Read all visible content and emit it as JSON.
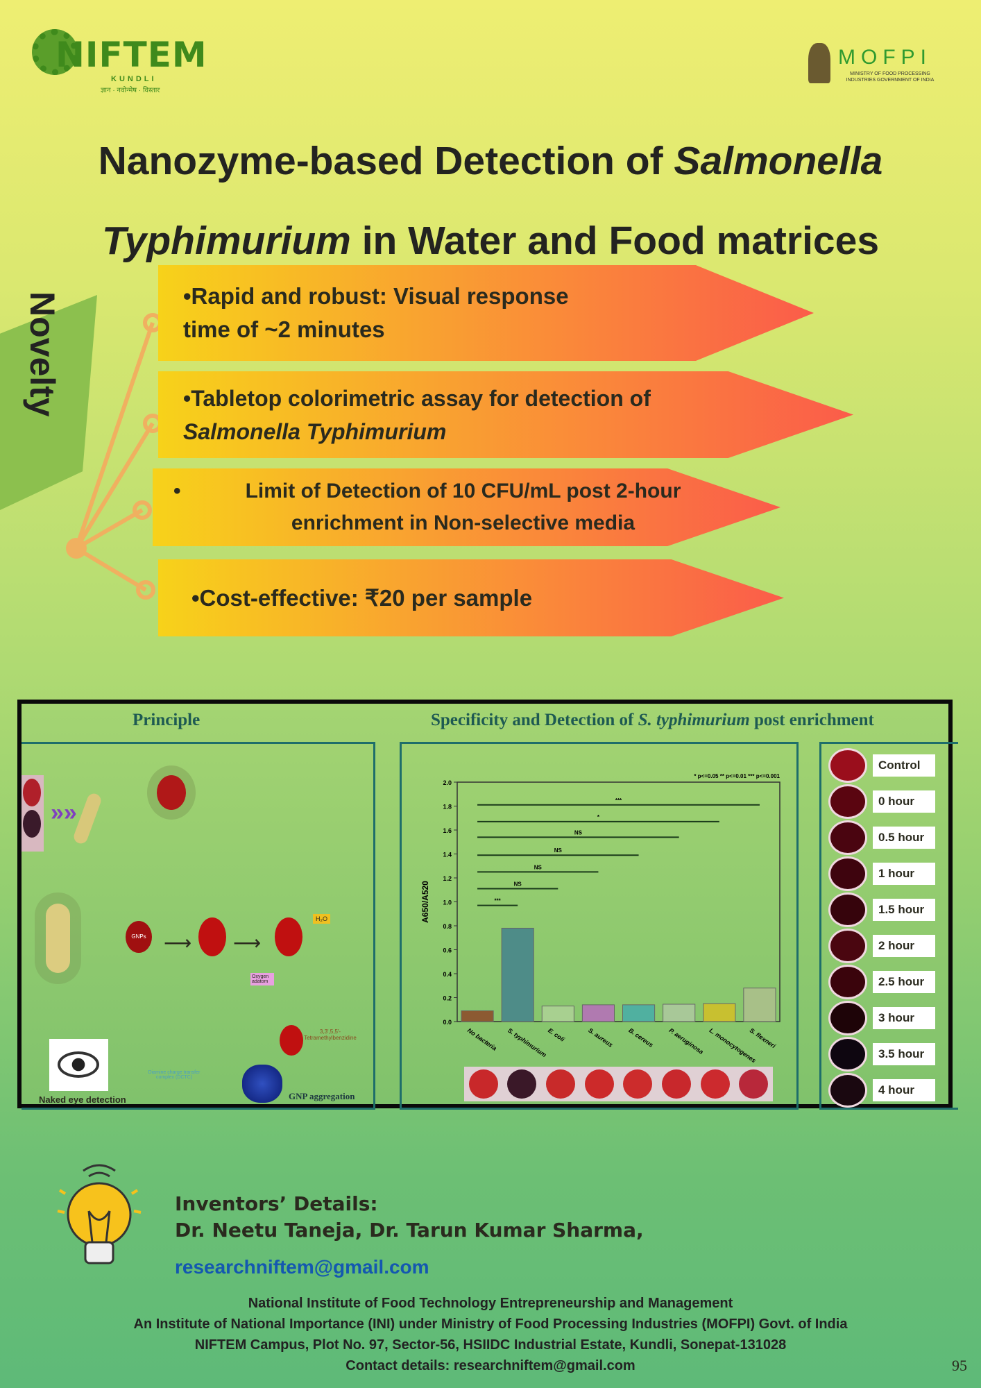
{
  "header": {
    "left_logo": "NIFTEM",
    "left_logo_sub": "KUNDLI",
    "left_logo_tagline": "ज्ञान · नवोन्मेष · विस्तार",
    "right_logo": "MOFPI",
    "right_logo_sub": "MINISTRY OF FOOD PROCESSING INDUSTRIES GOVERNMENT OF INDIA"
  },
  "title": {
    "part1": "Nanozyme-based Detection of ",
    "italic1": "Salmonella",
    "italic2": "Typhimurium",
    "part2": " in Water and Food matrices"
  },
  "novelty": {
    "label": "Novelty",
    "points": [
      {
        "line1": "•Rapid and robust: Visual response",
        "line2": "time of ~2 minutes"
      },
      {
        "line1": "•Tabletop colorimetric assay for detection of",
        "line2": "Salmonella Typhimurium"
      },
      {
        "bullet": "•",
        "line1": "Limit of Detection of 10 CFU/mL post 2-hour",
        "line2": "enrichment in Non-selective media"
      },
      {
        "line1": "•Cost-effective: ₹20 per sample"
      }
    ]
  },
  "figure": {
    "principle_title": "Principle",
    "specificity_title_a": "Specificity and Detection of ",
    "specificity_title_b": "S. typhimurium",
    "specificity_title_c": " post enrichment",
    "principle_labels": {
      "naked_eye": "Naked eye detection",
      "gnp_aggregation": "GNP aggregation",
      "gnps": "GNPs",
      "tmb": "3,3',5,5'-Tetramethylbenzidine",
      "dctc": "Diamine charge transfer complex (DCTC)",
      "oxygen": "Oxygen adatom",
      "water": "H₂O"
    },
    "wells": [
      "Control",
      "0 hour",
      "0.5 hour",
      "1 hour",
      "1.5 hour",
      "2 hour",
      "2.5 hour",
      "3 hour",
      "3.5 hour",
      "4 hour"
    ],
    "well_colors": [
      "#9a0e1c",
      "#5a0510",
      "#4a0510",
      "#3e040e",
      "#36040c",
      "#4a0610",
      "#3a040c",
      "#1e0408",
      "#0e0610",
      "#1a0810"
    ],
    "plate_colors": [
      "#c8282a",
      "#3a1828",
      "#c82a2a",
      "#cc2a2a",
      "#cc2c2c",
      "#c8282c",
      "#cc2a2e",
      "#b8283a"
    ]
  },
  "chart_data": {
    "type": "bar",
    "ylabel": "A650/A520",
    "ylim": [
      0,
      2.0
    ],
    "yticks": [
      "0.0",
      "0.2",
      "0.4",
      "0.6",
      "0.8",
      "1.0",
      "1.2",
      "1.4",
      "1.6",
      "1.8",
      "2.0"
    ],
    "categories": [
      "No bacteria",
      "S. typhimurium",
      "E. coli",
      "S. aureus",
      "B. cereus",
      "P. aeruginosa",
      "L. monocytogenes",
      "S. flexneri"
    ],
    "values": [
      0.09,
      0.78,
      0.13,
      0.14,
      0.14,
      0.145,
      0.15,
      0.28
    ],
    "colors": [
      "#8c5a32",
      "#4e8c88",
      "#a8d090",
      "#b07ab0",
      "#50b0a0",
      "#a8c898",
      "#c8c030",
      "#a8c088"
    ],
    "legend": "* p<=0.05   ** p<=0.01   *** p<=0.001",
    "significance": [
      {
        "to": 1,
        "y": 0.97,
        "label": "***"
      },
      {
        "to": 2,
        "y": 1.11,
        "label": "NS"
      },
      {
        "to": 3,
        "y": 1.25,
        "label": "NS"
      },
      {
        "to": 4,
        "y": 1.39,
        "label": "NS"
      },
      {
        "to": 5,
        "y": 1.54,
        "label": "NS"
      },
      {
        "to": 6,
        "y": 1.67,
        "label": "*"
      },
      {
        "to": 7,
        "y": 1.81,
        "label": "***"
      }
    ]
  },
  "inventors": {
    "heading": "Inventors’ Details:",
    "names": "Dr. Neetu Taneja, Dr. Tarun Kumar Sharma,",
    "email": "researchniftem@gmail.com"
  },
  "footer": {
    "lines": [
      "National Institute of Food Technology Entrepreneurship and Management",
      "An Institute of National Importance (INI) under Ministry of Food Processing Industries (MOFPI) Govt. of India",
      "NIFTEM Campus, Plot No. 97, Sector-56, HSIIDC Industrial Estate, Kundli, Sonepat-131028",
      "Contact details: researchniftem@gmail.com"
    ],
    "page_number": "95"
  }
}
